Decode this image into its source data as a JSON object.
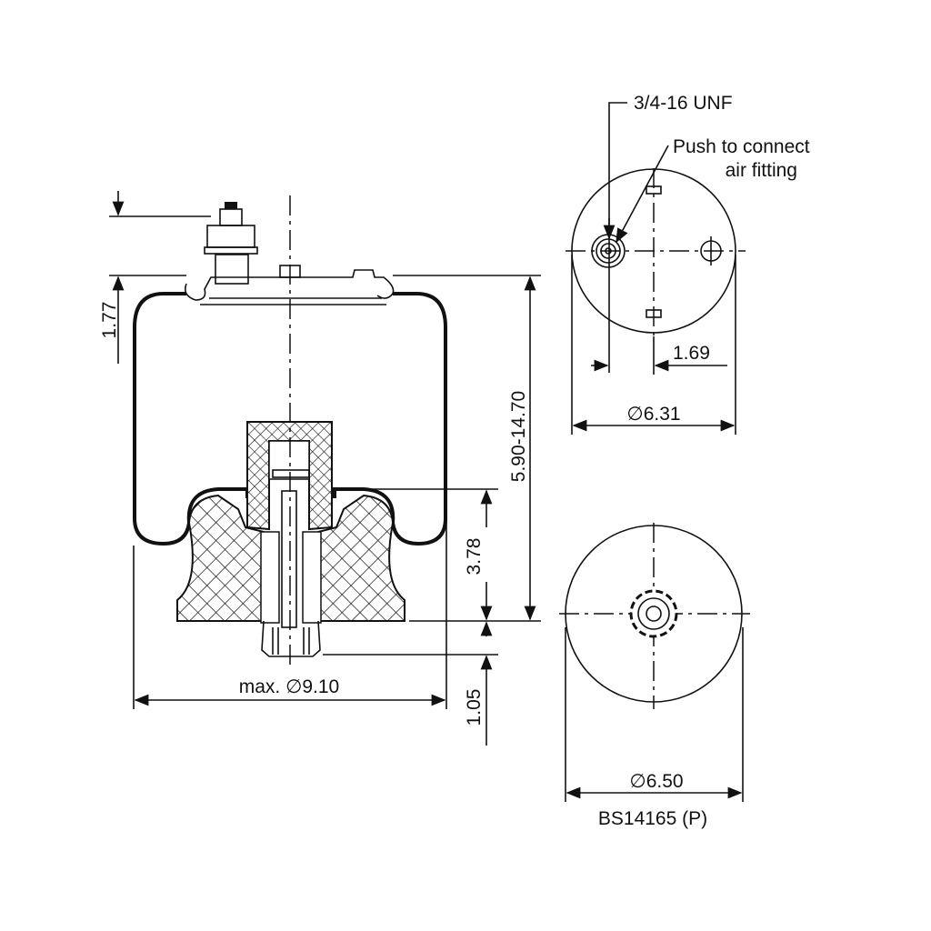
{
  "drawing": {
    "part_number": "BS14165 (P)",
    "dimensions": {
      "top_height": "1.77",
      "height_range": "5.90-14.70",
      "piston_height": "3.78",
      "stud_length": "1.05",
      "max_diameter": "max. ∅9.10",
      "top_plate_diameter": "∅6.31",
      "offset": "1.69",
      "bottom_diameter": "∅6.50"
    },
    "callouts": {
      "thread": "3/4-16 UNF",
      "fitting_line1": "Push to connect",
      "fitting_line2": "air fitting"
    }
  }
}
